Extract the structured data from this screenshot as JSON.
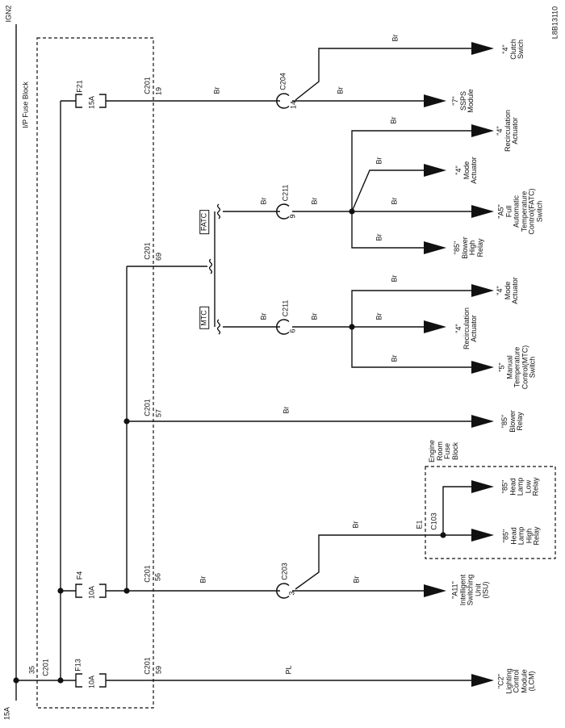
{
  "title_code": "L8B13110",
  "power": {
    "source": "IGN2",
    "fuse_rating": "15A"
  },
  "ip_fuse_block": {
    "title": "I/P Fuse Block",
    "inlet_pin": "35",
    "inlet_connector": "C201"
  },
  "engine_room_fuse_block": {
    "title": "Engine\nRoom\nFuse\nBlock",
    "inlet_ref": "E1",
    "inlet_connector": "C103"
  },
  "fuses": {
    "f21": {
      "name": "F21",
      "rating": "15A"
    },
    "f4": {
      "name": "F4",
      "rating": "10A"
    },
    "f13": {
      "name": "F13",
      "rating": "10A"
    }
  },
  "connectors": {
    "c201_19": {
      "name": "C201",
      "pin": "19"
    },
    "c201_69": {
      "name": "C201",
      "pin": "69"
    },
    "c201_57": {
      "name": "C201",
      "pin": "57"
    },
    "c201_56": {
      "name": "C201",
      "pin": "56"
    },
    "c201_59": {
      "name": "C201",
      "pin": "59"
    },
    "c204": {
      "name": "C204",
      "pin": "14"
    },
    "c211_fatc": {
      "name": "C211",
      "pin": "9"
    },
    "c211_mtc": {
      "name": "C211",
      "pin": "6"
    },
    "c203": {
      "name": "C203",
      "pin": "3"
    }
  },
  "wires": {
    "brown": "Br",
    "purple": "PL"
  },
  "variants": {
    "fatc": "FATC",
    "mtc": "MTC"
  },
  "components": {
    "clutch_switch": "\"4\"\nClutch\nSwich",
    "ssps_module": "\"7\"\nSSPS\nModule",
    "recirculation_actuator": "\"4\"\nRecirculation\nActuator",
    "mode_actuator": "\"4\"\nMode\nActuator",
    "fatc_switch": "\"A5\"\nFull\nAutomatic\nTemperature\nControl(FATC)\nSwitch",
    "blower_high_relay": "\"85\"\nBlower\nHigh\nRelay",
    "mtc_switch": "\"5\"\nManual\nTemperature\nControl(MTC)\nSwitch",
    "blower_relay": "\"85\"\nBlower\nRelay",
    "head_lamp_low_relay": "\"85\"\nHead\nLamp\nLow\nRelay",
    "head_lamp_high_relay": "\"85\"\nHead\nLamp\nHigh\nRelay",
    "isu": "\"A11\"\nIntelligent\nSwitching\nUnit\n(ISU)",
    "lcm": "\"C2\"\nLighting\nControl\nModule\n(LCM)"
  }
}
